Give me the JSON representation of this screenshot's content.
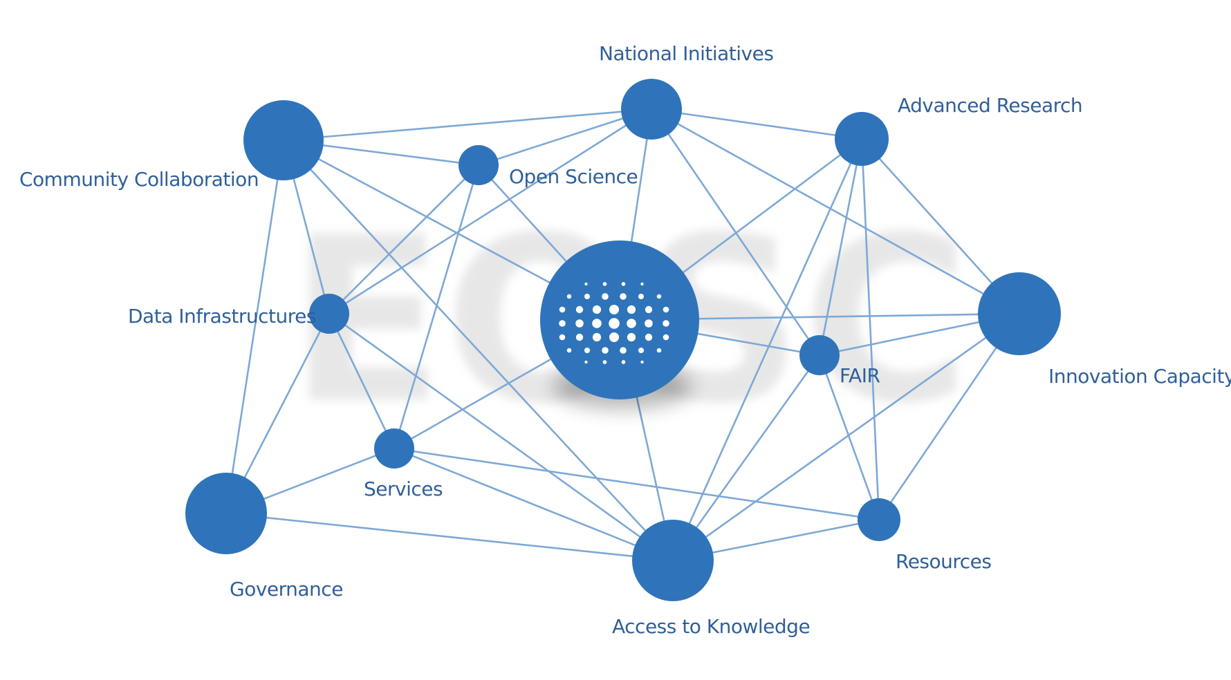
{
  "watermark": "EOSC",
  "colors": {
    "node": "#2f74ba",
    "edge": "#7da8d6",
    "label": "#2f5f9a",
    "watermark": "#d4d4d4"
  },
  "nodes": [
    {
      "id": "national-initiatives",
      "label": "National Initiatives"
    },
    {
      "id": "advanced-research",
      "label": "Advanced Research"
    },
    {
      "id": "community-collaboration",
      "label": "Community Collaboration"
    },
    {
      "id": "open-science",
      "label": "Open Science"
    },
    {
      "id": "data-infrastructures",
      "label": "Data Infrastructures"
    },
    {
      "id": "eosc-hub",
      "label": "",
      "icon": "eosc-dot-logo-icon"
    },
    {
      "id": "fair",
      "label": "FAIR"
    },
    {
      "id": "innovation-capacity",
      "label": "Innovation Capacity"
    },
    {
      "id": "services",
      "label": "Services"
    },
    {
      "id": "governance",
      "label": "Governance"
    },
    {
      "id": "resources",
      "label": "Resources"
    },
    {
      "id": "access-to-knowledge",
      "label": "Access to Knowledge"
    }
  ],
  "edges": [
    [
      "community-collaboration",
      "national-initiatives"
    ],
    [
      "community-collaboration",
      "open-science"
    ],
    [
      "community-collaboration",
      "data-infrastructures"
    ],
    [
      "community-collaboration",
      "eosc-hub"
    ],
    [
      "community-collaboration",
      "access-to-knowledge"
    ],
    [
      "community-collaboration",
      "governance"
    ],
    [
      "national-initiatives",
      "open-science"
    ],
    [
      "national-initiatives",
      "advanced-research"
    ],
    [
      "national-initiatives",
      "data-infrastructures"
    ],
    [
      "national-initiatives",
      "eosc-hub"
    ],
    [
      "national-initiatives",
      "fair"
    ],
    [
      "national-initiatives",
      "innovation-capacity"
    ],
    [
      "open-science",
      "data-infrastructures"
    ],
    [
      "open-science",
      "services"
    ],
    [
      "open-science",
      "eosc-hub"
    ],
    [
      "advanced-research",
      "eosc-hub"
    ],
    [
      "advanced-research",
      "fair"
    ],
    [
      "advanced-research",
      "access-to-knowledge"
    ],
    [
      "advanced-research",
      "innovation-capacity"
    ],
    [
      "advanced-research",
      "resources"
    ],
    [
      "data-infrastructures",
      "services"
    ],
    [
      "data-infrastructures",
      "governance"
    ],
    [
      "data-infrastructures",
      "access-to-knowledge"
    ],
    [
      "eosc-hub",
      "fair"
    ],
    [
      "eosc-hub",
      "innovation-capacity"
    ],
    [
      "eosc-hub",
      "services"
    ],
    [
      "eosc-hub",
      "access-to-knowledge"
    ],
    [
      "fair",
      "innovation-capacity"
    ],
    [
      "fair",
      "access-to-knowledge"
    ],
    [
      "fair",
      "resources"
    ],
    [
      "innovation-capacity",
      "access-to-knowledge"
    ],
    [
      "innovation-capacity",
      "resources"
    ],
    [
      "services",
      "governance"
    ],
    [
      "services",
      "resources"
    ],
    [
      "services",
      "access-to-knowledge"
    ],
    [
      "governance",
      "access-to-knowledge"
    ],
    [
      "resources",
      "access-to-knowledge"
    ]
  ]
}
